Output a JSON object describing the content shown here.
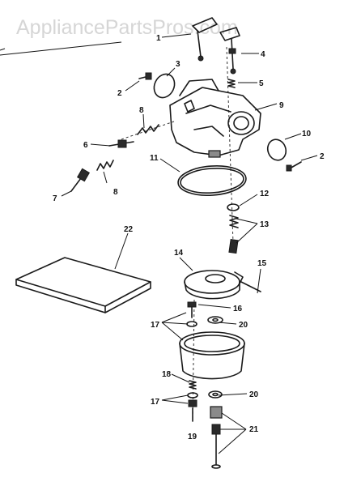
{
  "watermark": "AppliancePartsPros.com",
  "labels": [
    "1",
    "2",
    "3",
    "4",
    "5",
    "6",
    "7",
    "8",
    "8",
    "9",
    "10",
    "2",
    "11",
    "12",
    "13",
    "14",
    "15",
    "16",
    "17",
    "18",
    "17",
    "19",
    "20",
    "20",
    "21",
    "22"
  ]
}
